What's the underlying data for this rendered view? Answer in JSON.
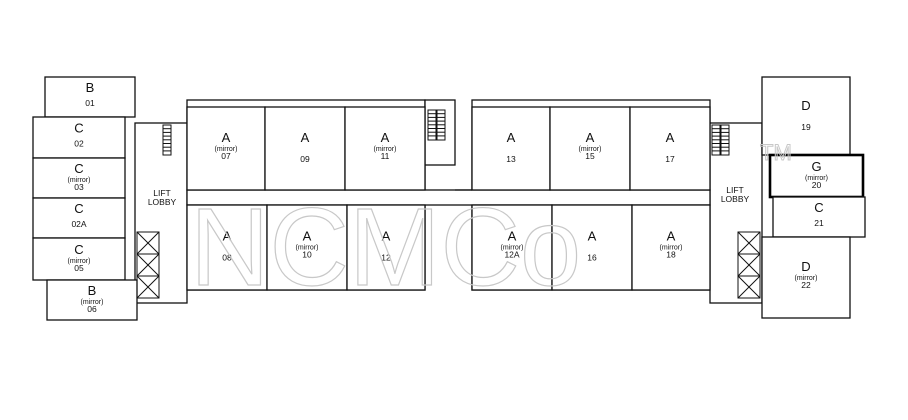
{
  "watermark": "NCMCo",
  "watermark_tm": "TM",
  "lobby_label": [
    "LIFT",
    "LOBBY"
  ],
  "units": [
    {
      "type": "B",
      "note": "",
      "no": "01"
    },
    {
      "type": "C",
      "note": "",
      "no": "02"
    },
    {
      "type": "C",
      "note": "(mirror)",
      "no": "03"
    },
    {
      "type": "C",
      "note": "",
      "no": "02A"
    },
    {
      "type": "C",
      "note": "(mirror)",
      "no": "05"
    },
    {
      "type": "B",
      "note": "(mirror)",
      "no": "06"
    },
    {
      "type": "A",
      "note": "(mirror)",
      "no": "07"
    },
    {
      "type": "A",
      "note": "",
      "no": "09"
    },
    {
      "type": "A",
      "note": "(mirror)",
      "no": "11"
    },
    {
      "type": "A",
      "note": "",
      "no": "08"
    },
    {
      "type": "A",
      "note": "(mirror)",
      "no": "10"
    },
    {
      "type": "A",
      "note": "",
      "no": "12"
    },
    {
      "type": "A",
      "note": "",
      "no": "13"
    },
    {
      "type": "A",
      "note": "(mirror)",
      "no": "15"
    },
    {
      "type": "A",
      "note": "",
      "no": "17"
    },
    {
      "type": "A",
      "note": "(mirror)",
      "no": "12A"
    },
    {
      "type": "A",
      "note": "",
      "no": "16"
    },
    {
      "type": "A",
      "note": "(mirror)",
      "no": "18"
    },
    {
      "type": "D",
      "note": "",
      "no": "19"
    },
    {
      "type": "G",
      "note": "(mirror)",
      "no": "20",
      "highlight": true
    },
    {
      "type": "C",
      "note": "",
      "no": "21"
    },
    {
      "type": "D",
      "note": "(mirror)",
      "no": "22"
    }
  ]
}
